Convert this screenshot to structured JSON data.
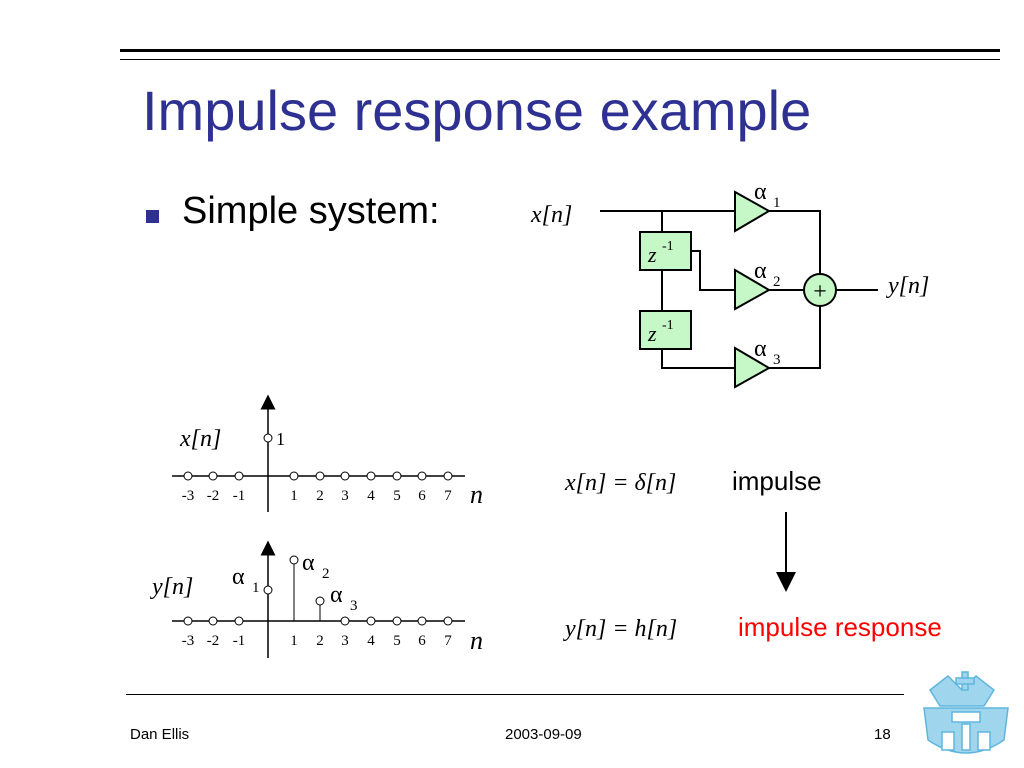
{
  "slide": {
    "title": "Impulse response example",
    "bullet": "Simple system:"
  },
  "block_diagram": {
    "input_label": "x[n]",
    "delay_label": "z",
    "delay_exp": "-1",
    "gains": [
      "α",
      "α",
      "α"
    ],
    "gain_subs": [
      "1",
      "2",
      "3"
    ],
    "adder": "+",
    "output_label": "y[n]"
  },
  "plot_x": {
    "label": "x[n]",
    "axis_label": "n",
    "ticks": [
      "-3",
      "-2",
      "-1",
      "1",
      "2",
      "3",
      "4",
      "5",
      "6",
      "7"
    ],
    "value_label": "1"
  },
  "plot_y": {
    "label": "y[n]",
    "axis_label": "n",
    "ticks": [
      "-3",
      "-2",
      "-1",
      "1",
      "2",
      "3",
      "4",
      "5",
      "6",
      "7"
    ],
    "value_labels": [
      "α",
      "α",
      "α"
    ],
    "value_subs": [
      "1",
      "2",
      "3"
    ]
  },
  "equations": {
    "input_eq": "x[n] = δ[n]",
    "input_note": "impulse",
    "output_eq": "y[n] = h[n]",
    "output_note": "impulse response"
  },
  "footer": {
    "author": "Dan Ellis",
    "date": "2003-09-09",
    "page": "18"
  },
  "colors": {
    "title": "#2e3192",
    "block_fill": "#c6f7c6",
    "highlight": "#ff0000",
    "crest": "#9fd6ee"
  }
}
